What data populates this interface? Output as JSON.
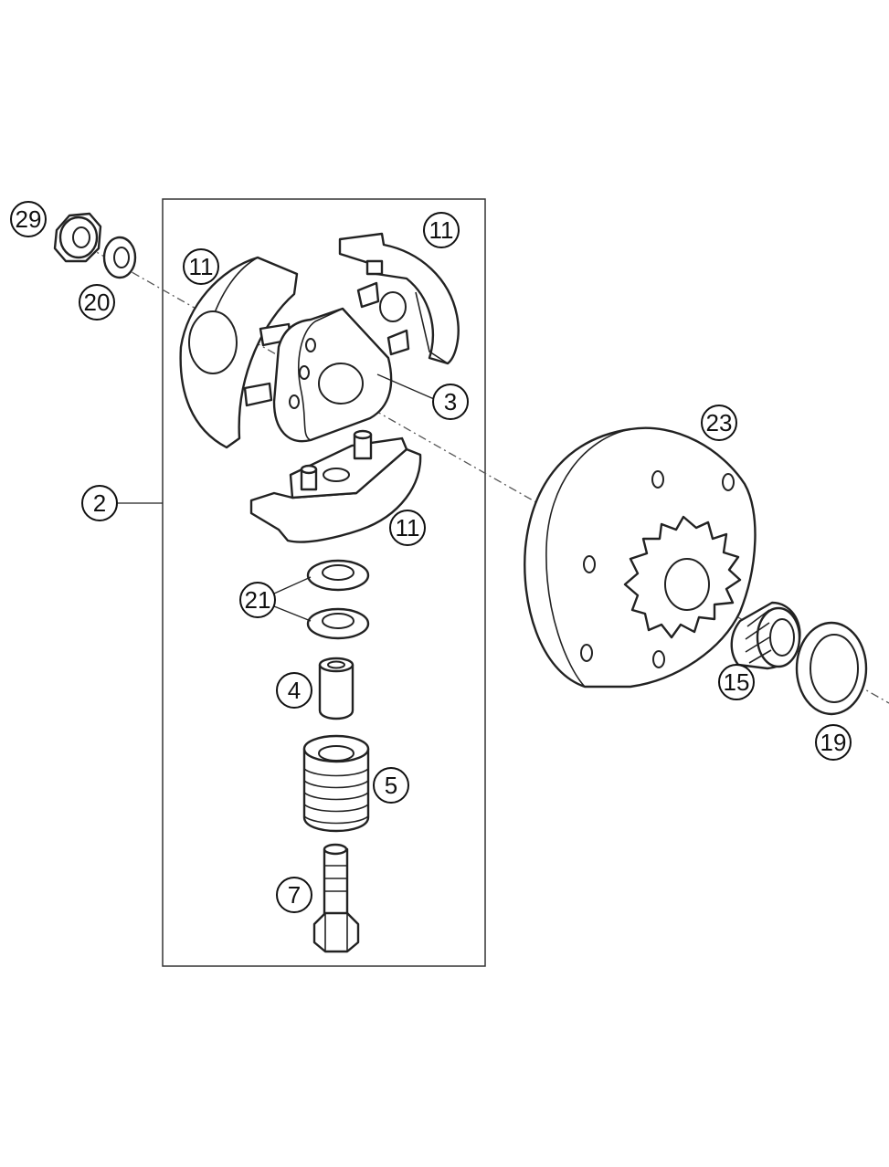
{
  "callouts": [
    {
      "id": "c29",
      "label": "29"
    },
    {
      "id": "c20",
      "label": "20"
    },
    {
      "id": "c11a",
      "label": "11"
    },
    {
      "id": "c11b",
      "label": "11"
    },
    {
      "id": "c3",
      "label": "3"
    },
    {
      "id": "c23",
      "label": "23"
    },
    {
      "id": "c2",
      "label": "2"
    },
    {
      "id": "c11c",
      "label": "11"
    },
    {
      "id": "c21",
      "label": "21"
    },
    {
      "id": "c4",
      "label": "4"
    },
    {
      "id": "c15",
      "label": "15"
    },
    {
      "id": "c19",
      "label": "19"
    },
    {
      "id": "c5",
      "label": "5"
    },
    {
      "id": "c7",
      "label": "7"
    }
  ]
}
